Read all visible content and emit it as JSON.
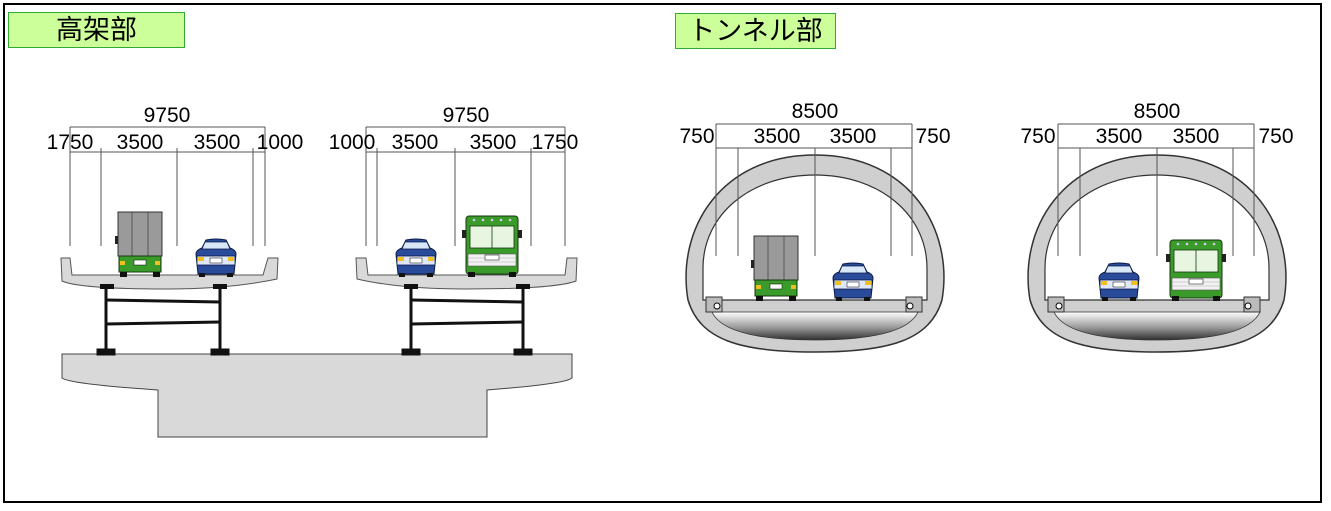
{
  "sections": {
    "viaduct": {
      "title": "高架部",
      "left_road": {
        "total": "9750",
        "parts": [
          "1750",
          "3500",
          "3500",
          "1000"
        ]
      },
      "right_road": {
        "total": "9750",
        "parts": [
          "1000",
          "3500",
          "3500",
          "1750"
        ]
      }
    },
    "tunnel": {
      "title": "トンネル部",
      "left_tube": {
        "total": "8500",
        "parts": [
          "750",
          "3500",
          "3500",
          "750"
        ]
      },
      "right_tube": {
        "total": "8500",
        "parts": [
          "750",
          "3500",
          "3500",
          "750"
        ]
      }
    }
  },
  "colors": {
    "title_background": "#ccff99",
    "title_border": "#33aa33",
    "concrete": "#d9d9d9",
    "bus_green": "#3a9a2a",
    "car_blue": "#2a4a9a",
    "truck_gray": "#9a9a9a"
  }
}
